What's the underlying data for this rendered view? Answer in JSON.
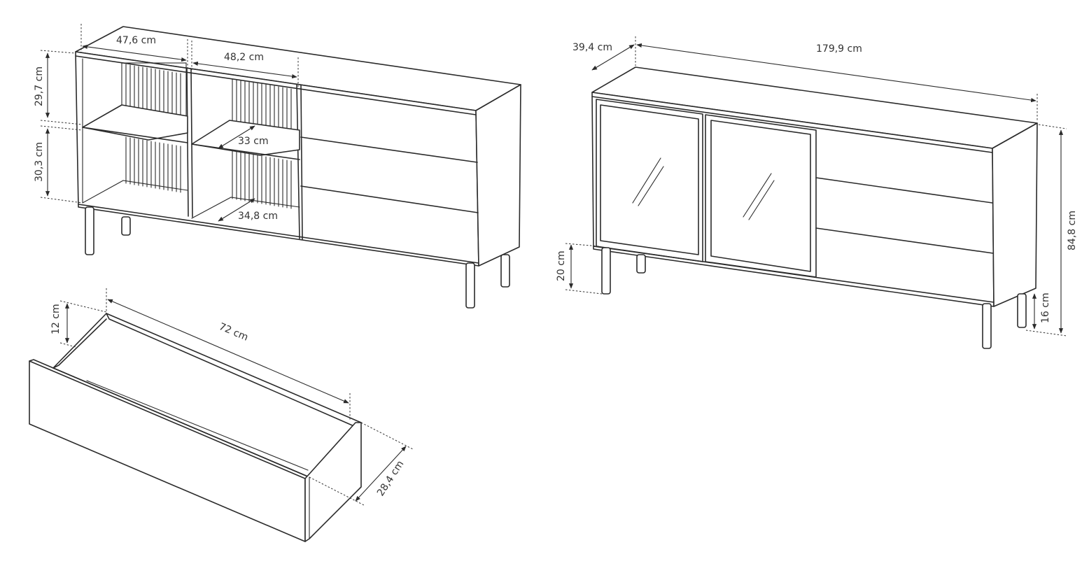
{
  "dimensions": {
    "left_compartment_width": "47,6 cm",
    "middle_compartment_width": "48,2 cm",
    "upper_shelf_height": "29,7 cm",
    "lower_shelf_height": "30,3 cm",
    "shelf_depth": "33 cm",
    "bottom_shelf_depth": "34,8 cm",
    "overall_depth": "39,4 cm",
    "overall_width": "179,9 cm",
    "overall_height": "84,8 cm",
    "leg_height_front": "20 cm",
    "leg_height_side": "16 cm",
    "drawer_height": "12 cm",
    "drawer_width": "72 cm",
    "drawer_depth": "28,4 cm"
  },
  "colors": {
    "line": "#2b2b2b",
    "background": "#ffffff"
  }
}
